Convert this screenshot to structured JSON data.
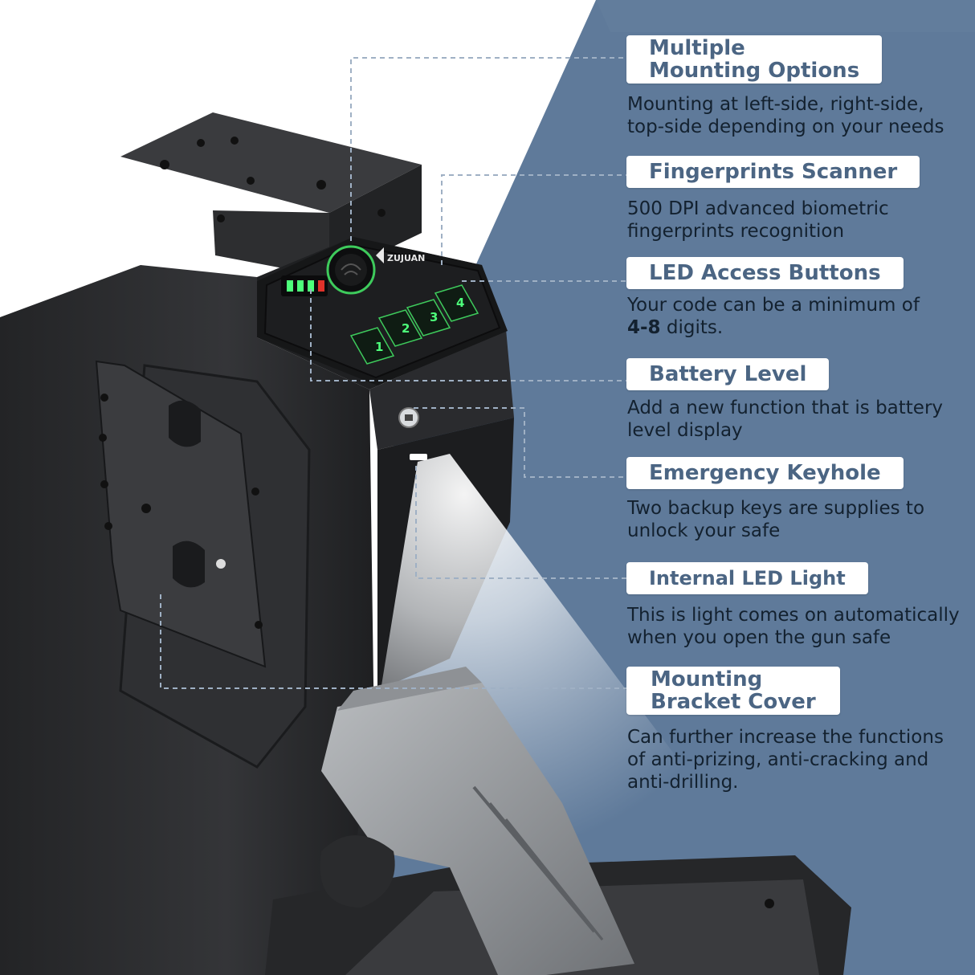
{
  "brand": "ZUJUAN",
  "keypad": {
    "buttons": [
      "1",
      "2",
      "3",
      "4"
    ]
  },
  "features": [
    {
      "title_lines": [
        "Multiple",
        "Mounting Options"
      ],
      "desc_lines": [
        "Mounting at left-side, right-side,",
        "top-side depending on your needs"
      ]
    },
    {
      "title_lines": [
        "Fingerprints Scanner"
      ],
      "desc_lines": [
        "500 DPI advanced biometric",
        "fingerprints recognition"
      ]
    },
    {
      "title_lines": [
        "LED Access Buttons"
      ],
      "desc_lines": [
        "Your code can be a minimum of"
      ],
      "desc_bold": "4-8",
      "desc_tail": " digits."
    },
    {
      "title_lines": [
        "Battery Level"
      ],
      "desc_lines": [
        "Add a new function that is battery",
        "level display"
      ]
    },
    {
      "title_lines": [
        "Emergency Keyhole"
      ],
      "desc_lines": [
        "Two backup keys are supplies to",
        "unlock your safe"
      ]
    },
    {
      "title_lines": [
        "Internal LED Light"
      ],
      "desc_lines": [
        "This is light comes on automatically",
        "when you open the gun safe"
      ]
    },
    {
      "title_lines": [
        "Mounting",
        "Bracket Cover"
      ],
      "desc_lines": [
        "Can further increase the functions",
        "of anti-prizing, anti-cracking and",
        "anti-drilling."
      ]
    }
  ],
  "colors": {
    "panel": "#5f7a9a",
    "pill_text": "#4b6583",
    "body_text": "#13212f",
    "led_green": "#4dff7a",
    "safe_body": "#2b2c2e"
  }
}
